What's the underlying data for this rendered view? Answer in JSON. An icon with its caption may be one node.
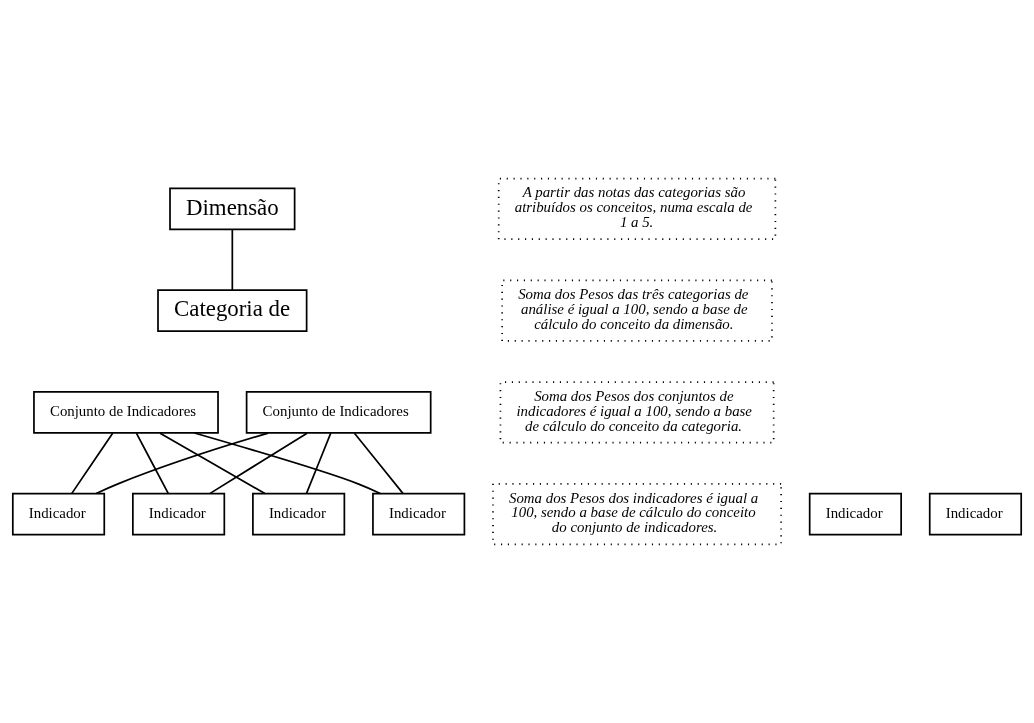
{
  "diagram": {
    "nodes": [
      {
        "text": [
          "Dimensão"
        ]
      },
      {
        "text": [
          "A partir das notas das categorias são atribuídos os conceitos, numa escala de 1 a 5."
        ]
      },
      {
        "text": [
          "Categoria de"
        ]
      },
      {
        "text": [
          "Soma dos Pesos das três categorias de análise é igual a 100, sendo a base de cálculo do conceito da dimensão."
        ]
      },
      {
        "text": [
          "Conjunto de Indicadores"
        ]
      },
      {
        "text": [
          "Conjunto de Indicadores"
        ]
      },
      {
        "text": [
          "Soma dos Pesos dos conjuntos de indicadores é igual a 100, sendo a base de cálculo do conceito da categoria."
        ]
      },
      {
        "text": [
          "Indicador"
        ]
      },
      {
        "text": [
          "Indicador"
        ]
      },
      {
        "text": [
          "Indicador"
        ]
      },
      {
        "text": [
          "Indicador"
        ]
      },
      {
        "text": [
          "Indicador"
        ]
      },
      {
        "text": [
          "Indicador"
        ]
      },
      {
        "text": [
          "Soma dos Pesos dos indicadores é igual a 100, sendo a base de cálculo do conceito do conjunto de indicadores."
        ]
      }
    ],
    "edges": [
      {
        "from": 0,
        "to": 2,
        "arrow": "none"
      },
      {
        "from": 4,
        "to": 8,
        "arrow": "none"
      },
      {
        "from": 4,
        "to": 9,
        "arrow": "none"
      },
      {
        "from": 4,
        "to": 10,
        "arrow": "none"
      },
      {
        "from": 4,
        "to": 11,
        "arrow": "none"
      },
      {
        "from": 5,
        "to": 8,
        "arrow": "none"
      },
      {
        "from": 5,
        "to": 9,
        "arrow": "none"
      },
      {
        "from": 5,
        "to": 10,
        "arrow": "none"
      },
      {
        "from": 5,
        "to": 11,
        "arrow": "none"
      }
    ]
  }
}
